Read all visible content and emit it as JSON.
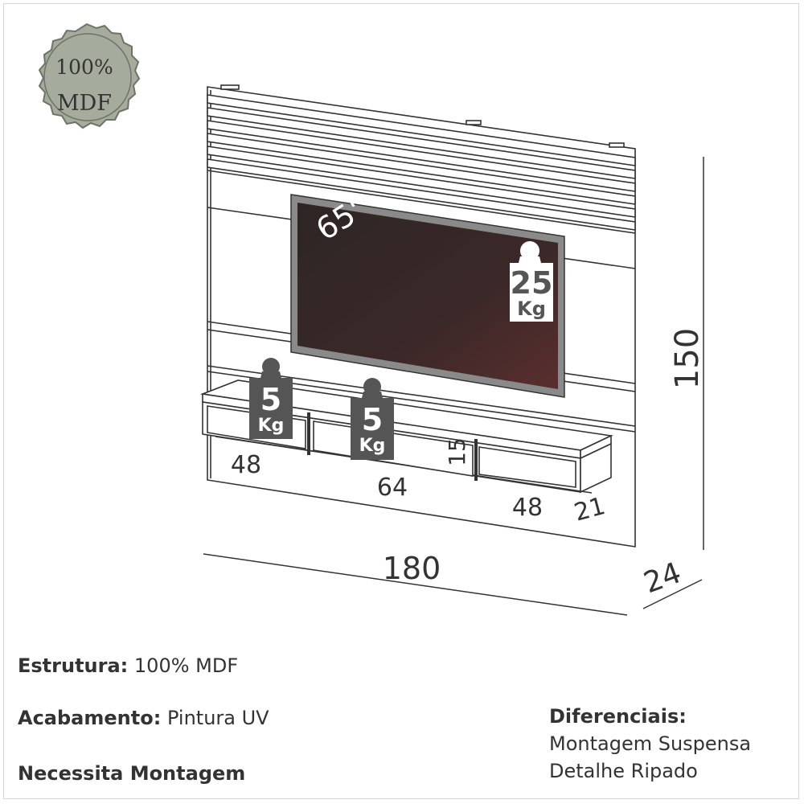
{
  "badge": {
    "line1": "100%",
    "line2": "MDF"
  },
  "tv": {
    "size": "65\""
  },
  "loads": {
    "tv_weight": "25",
    "tv_unit": "Kg",
    "shelf_left_weight": "5",
    "shelf_left_unit": "Kg",
    "shelf_mid_weight": "5",
    "shelf_mid_unit": "Kg"
  },
  "dimensions": {
    "height": "150",
    "width": "180",
    "depth": "24",
    "niche_left": "48",
    "niche_center": "64",
    "niche_right": "48",
    "shelf_height": "15",
    "shelf_depth": "21"
  },
  "specs": {
    "structure_label": "Estrutura:",
    "structure_value": "100% MDF",
    "finish_label": "Acabamento:",
    "finish_value": "Pintura UV",
    "assembly": "Necessita Montagem"
  },
  "differentials": {
    "title": "Diferenciais:",
    "items": [
      "Montagem Suspensa",
      "Detalhe Ripado"
    ]
  },
  "colors": {
    "badge_fill": "#a6ac9d",
    "screen": "#3b2424",
    "weight_tag": "#555555"
  }
}
